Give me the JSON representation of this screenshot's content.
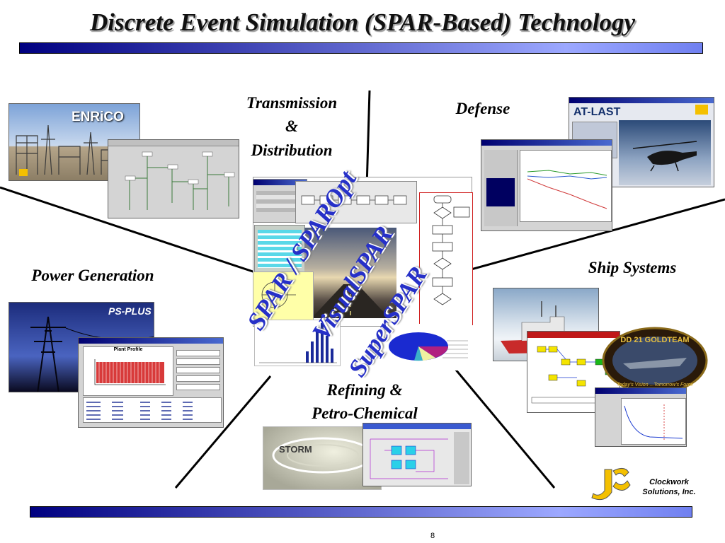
{
  "title": "Discrete Event Simulation (SPAR-Based) Technology",
  "sectors": {
    "transmission": "Transmission & Distribution",
    "transmission_line1": "Transmission",
    "transmission_line2": "&",
    "transmission_line3": "Distribution",
    "defense": "Defense",
    "power": "Power Generation",
    "ship": "Ship Systems",
    "refining_line1": "Refining &",
    "refining_line2": "Petro-Chemical"
  },
  "products": {
    "spar": "SPAR / SPAROpt",
    "visual": "VisualSPAR",
    "super": "SuperSPAR"
  },
  "screens": {
    "enrico": "ENRiCO",
    "atlast": "AT-LAST",
    "psplus": "PS-PLUS",
    "plant_profile": "Plant Profile",
    "storm": "STORM",
    "goldteam": "DD 21 GOLDTEAM",
    "goldteam_motto": "Today's Vision ...Tomorrow's Force"
  },
  "company": {
    "line1": "Clockwork",
    "line2": "Solutions, Inc."
  },
  "page_number": "8",
  "colors": {
    "title_bar_dark": "#000080",
    "product_text": "#2630c8",
    "logo_yellow": "#f4c000"
  }
}
